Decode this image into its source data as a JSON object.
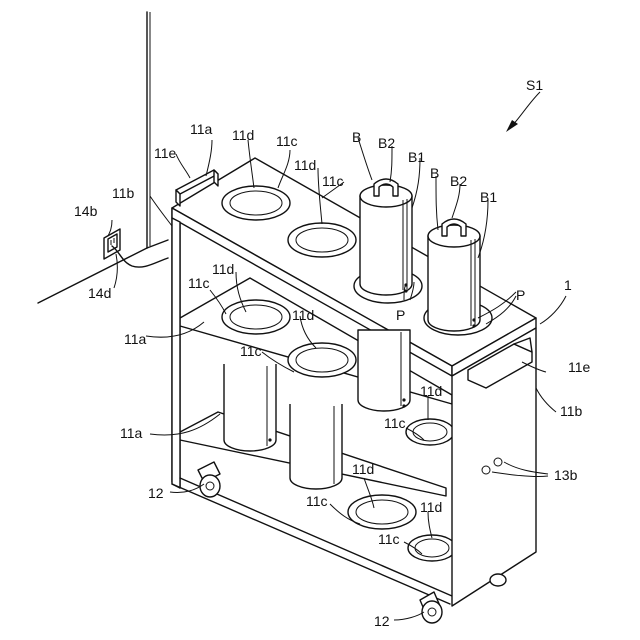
{
  "figure": {
    "reference": "S1",
    "labels": {
      "rack": "1",
      "shelf_a": "11a",
      "side_b": "11b",
      "holder_c": "11c",
      "opening_d": "11d",
      "handle_e": "11e",
      "caster": "12",
      "terminal": "13b",
      "outlet": "14b",
      "cord": "14d",
      "bottle": "B",
      "bottle_body": "B1",
      "bottle_handle": "B2",
      "pin": "P"
    }
  }
}
